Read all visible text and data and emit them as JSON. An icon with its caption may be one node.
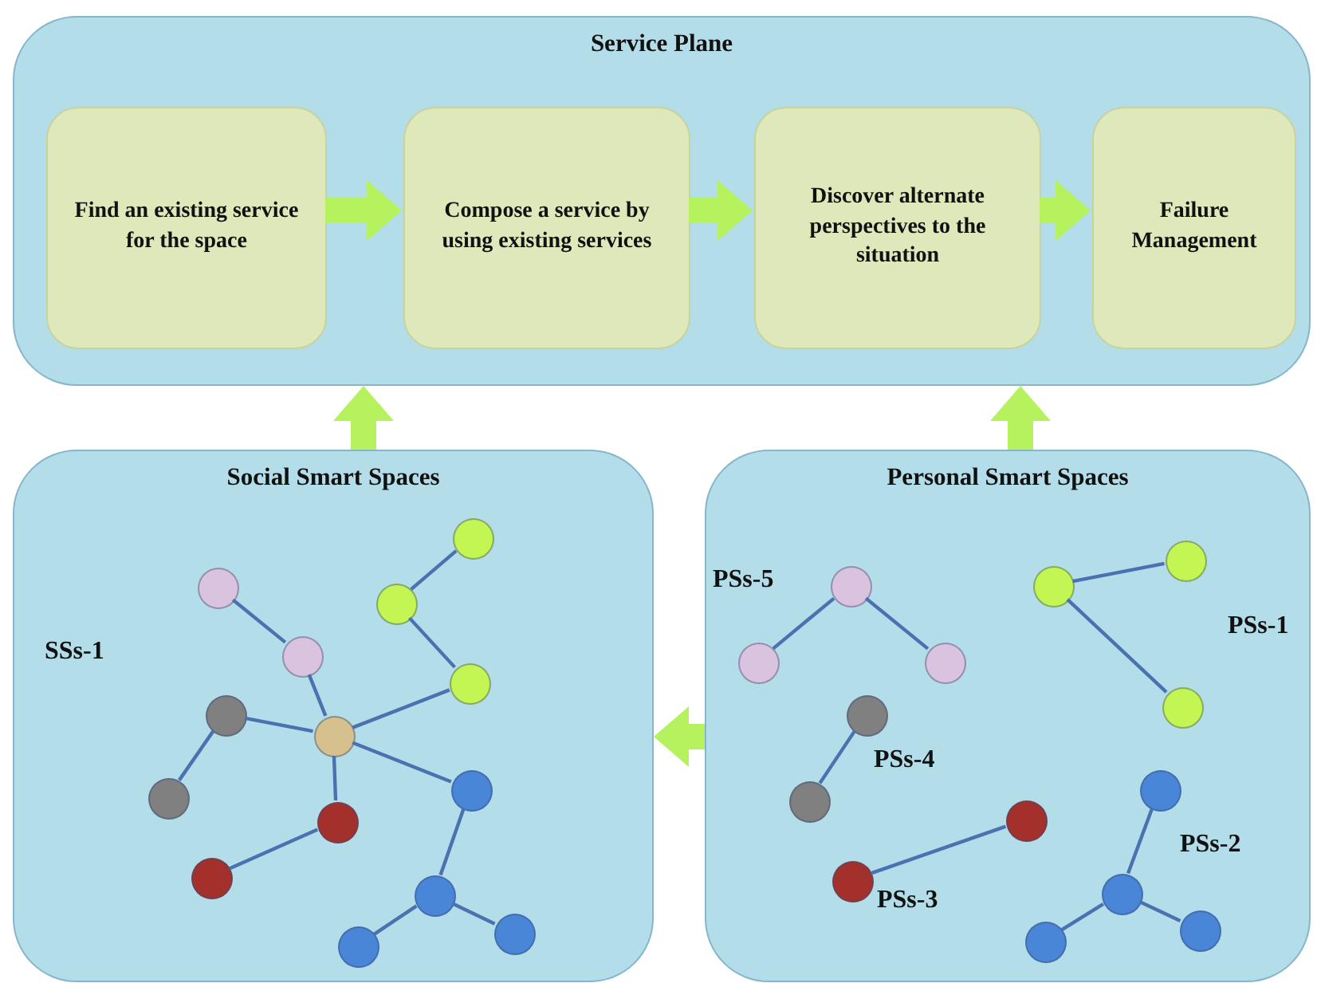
{
  "diagram": {
    "nodes": [
      {
        "text": [
          "Service Plane"
        ]
      },
      {
        "text": [
          "Find an existing service for the space"
        ],
        "in": 0
      },
      {
        "text": [
          "Compose a service by using existing services"
        ],
        "in": 0
      },
      {
        "text": [
          "Discover alternate perspectives to the situation"
        ],
        "in": 0
      },
      {
        "text": [
          "Failure Management"
        ],
        "in": 0
      },
      {
        "text": [
          "Social Smart Spaces"
        ]
      },
      {
        "text": [
          "Personal Smart Spaces"
        ]
      },
      {
        "text": [],
        "shape": "circle",
        "in": 5
      },
      {
        "text": [],
        "shape": "circle",
        "in": 5
      },
      {
        "text": [],
        "shape": "circle",
        "in": 5
      },
      {
        "text": [],
        "shape": "circle",
        "in": 5
      },
      {
        "text": [],
        "shape": "circle",
        "in": 5
      },
      {
        "text": [],
        "shape": "circle",
        "in": 5
      },
      {
        "text": [],
        "shape": "circle",
        "in": 5
      },
      {
        "text": [],
        "shape": "circle",
        "in": 5
      },
      {
        "text": [],
        "shape": "circle",
        "in": 5
      },
      {
        "text": [],
        "shape": "circle",
        "in": 5
      },
      {
        "text": [],
        "shape": "circle",
        "in": 5
      },
      {
        "text": [],
        "shape": "circle",
        "in": 5
      },
      {
        "text": [],
        "shape": "circle",
        "in": 5
      },
      {
        "text": [],
        "shape": "circle",
        "in": 5
      },
      {
        "text": [],
        "shape": "circle",
        "in": 6
      },
      {
        "text": [],
        "shape": "circle",
        "in": 6
      },
      {
        "text": [],
        "shape": "circle",
        "in": 6
      },
      {
        "text": [],
        "shape": "circle",
        "in": 6
      },
      {
        "text": [],
        "shape": "circle",
        "in": 6
      },
      {
        "text": [],
        "shape": "circle",
        "in": 6
      },
      {
        "text": [],
        "shape": "circle",
        "in": 6
      },
      {
        "text": [],
        "shape": "circle",
        "in": 6
      },
      {
        "text": [],
        "shape": "circle",
        "in": 6
      },
      {
        "text": [],
        "shape": "circle",
        "in": 6
      },
      {
        "text": [],
        "shape": "circle",
        "in": 6
      },
      {
        "text": [],
        "shape": "circle",
        "in": 6
      },
      {
        "text": [],
        "shape": "circle",
        "in": 6
      },
      {
        "text": [],
        "shape": "circle",
        "in": 6
      }
    ],
    "edges": [
      {
        "from": 1,
        "to": 2,
        "arrow": "to",
        "style": "thick",
        "color": "#b5f25d"
      },
      {
        "from": 2,
        "to": 3,
        "arrow": "to",
        "style": "thick",
        "color": "#b5f25d"
      },
      {
        "from": 3,
        "to": 4,
        "arrow": "to",
        "style": "thick",
        "color": "#b5f25d"
      },
      {
        "from": 5,
        "to": 0,
        "arrow": "to",
        "style": "thick",
        "color": "#b5f25d"
      },
      {
        "from": 6,
        "to": 0,
        "arrow": "to",
        "style": "thick",
        "color": "#b5f25d"
      },
      {
        "from": 6,
        "to": 5,
        "arrow": "to",
        "style": "thick",
        "color": "#b5f25d"
      },
      {
        "from": 7,
        "to": 8,
        "arrow": "none"
      },
      {
        "from": 8,
        "to": 12,
        "arrow": "none"
      },
      {
        "from": 9,
        "to": 10,
        "arrow": "none"
      },
      {
        "from": 10,
        "to": 11,
        "arrow": "none"
      },
      {
        "from": 11,
        "to": 12,
        "arrow": "none"
      },
      {
        "from": 13,
        "to": 12,
        "arrow": "none"
      },
      {
        "from": 13,
        "to": 14,
        "arrow": "none"
      },
      {
        "from": 12,
        "to": 15,
        "arrow": "none"
      },
      {
        "from": 15,
        "to": 16,
        "arrow": "none"
      },
      {
        "from": 12,
        "to": 17,
        "arrow": "none"
      },
      {
        "from": 17,
        "to": 18,
        "arrow": "none"
      },
      {
        "from": 18,
        "to": 19,
        "arrow": "none"
      },
      {
        "from": 18,
        "to": 20,
        "arrow": "none"
      },
      {
        "from": 21,
        "to": 22,
        "arrow": "none"
      },
      {
        "from": 21,
        "to": 23,
        "arrow": "none"
      },
      {
        "from": 24,
        "to": 25,
        "arrow": "none"
      },
      {
        "from": 24,
        "to": 26,
        "arrow": "none"
      },
      {
        "from": 27,
        "to": 28,
        "arrow": "none"
      },
      {
        "from": 29,
        "to": 30,
        "arrow": "none"
      },
      {
        "from": 31,
        "to": 32,
        "arrow": "none"
      },
      {
        "from": 32,
        "to": 33,
        "arrow": "none"
      },
      {
        "from": 32,
        "to": 34,
        "arrow": "none"
      }
    ],
    "labels": [
      "PSs-5",
      "PSs-1",
      "SSs-1",
      "PSs-4",
      "PSs-2",
      "PSs-3"
    ]
  }
}
